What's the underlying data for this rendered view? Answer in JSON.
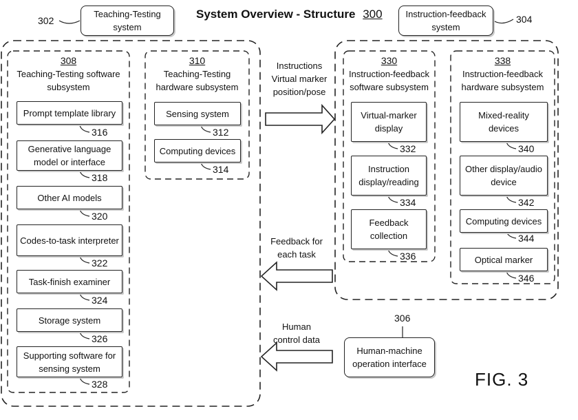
{
  "title": {
    "text": "System Overview - Structure",
    "number": "300"
  },
  "fig_label": "FIG. 3",
  "teaching_system": {
    "label": "Teaching-Testing system",
    "number": "302"
  },
  "feedback_system": {
    "label": "Instruction-feedback system",
    "number": "304"
  },
  "hmi": {
    "label": "Human-machine operation interface",
    "number": "306"
  },
  "sub308": {
    "number": "308",
    "label": "Teaching-Testing software subsystem",
    "items": [
      {
        "label": "Prompt template library",
        "number": "316"
      },
      {
        "label": "Generative language model or interface",
        "number": "318"
      },
      {
        "label": "Other AI models",
        "number": "320"
      },
      {
        "label": "Codes-to-task interpreter",
        "number": "322"
      },
      {
        "label": "Task-finish examiner",
        "number": "324"
      },
      {
        "label": "Storage system",
        "number": "326"
      },
      {
        "label": "Supporting software for sensing system",
        "number": "328"
      }
    ]
  },
  "sub310": {
    "number": "310",
    "label": "Teaching-Testing hardware subsystem",
    "items": [
      {
        "label": "Sensing system",
        "number": "312"
      },
      {
        "label": "Computing devices",
        "number": "314"
      }
    ]
  },
  "sub330": {
    "number": "330",
    "label": "Instruction-feedback software subsystem",
    "items": [
      {
        "label": "Virtual-marker display",
        "number": "332"
      },
      {
        "label": "Instruction display/reading",
        "number": "334"
      },
      {
        "label": "Feedback collection",
        "number": "336"
      }
    ]
  },
  "sub338": {
    "number": "338",
    "label": "Instruction-feedback hardware subsystem",
    "items": [
      {
        "label": "Mixed-reality devices",
        "number": "340"
      },
      {
        "label": "Other display/audio device",
        "number": "342"
      },
      {
        "label": "Computing devices",
        "number": "344"
      },
      {
        "label": "Optical marker",
        "number": "346"
      }
    ]
  },
  "arrows": {
    "instructions": "Instructions Virtual marker position/pose",
    "feedback": "Feedback for each task",
    "human_control": "Human control data"
  }
}
